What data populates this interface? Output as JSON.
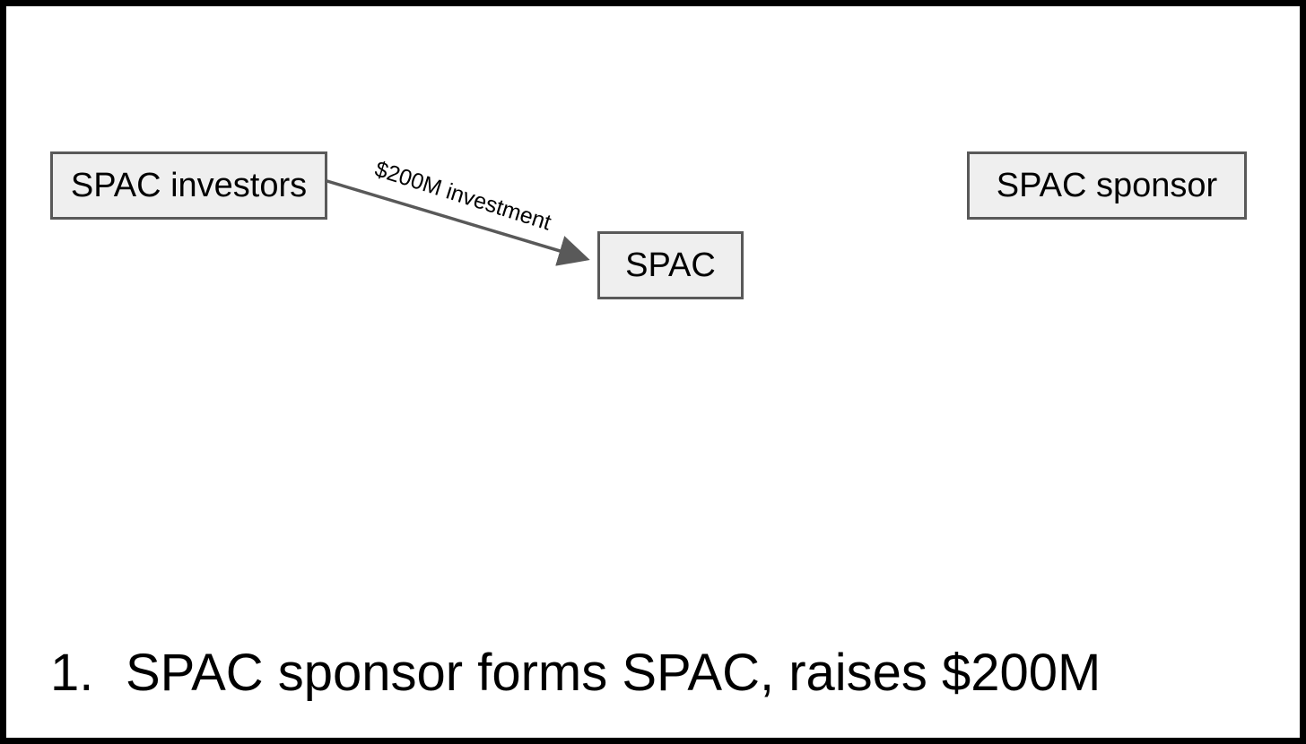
{
  "diagram": {
    "nodes": {
      "investors": "SPAC investors",
      "spac": "SPAC",
      "sponsor": "SPAC sponsor"
    },
    "edges": [
      {
        "from": "investors",
        "to": "spac",
        "label": "$200M investment"
      }
    ]
  },
  "caption": {
    "number": "1.",
    "text": "SPAC sponsor forms SPAC, raises $200M"
  },
  "colors": {
    "frame": "#000000",
    "node_fill": "#efefef",
    "node_border": "#595959",
    "arrow": "#595959"
  }
}
